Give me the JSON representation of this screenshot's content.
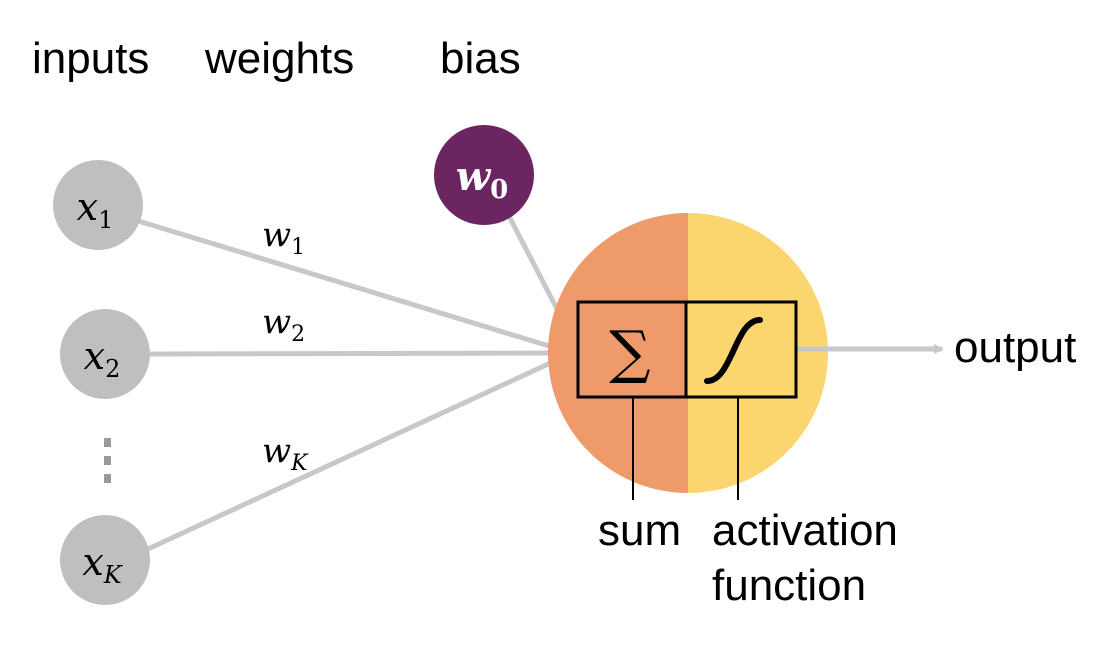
{
  "headers": {
    "inputs": "inputs",
    "weights": "weights",
    "bias": "bias"
  },
  "inputs": [
    {
      "var": "x",
      "sub": "1"
    },
    {
      "var": "x",
      "sub": "2"
    },
    {
      "var": "x",
      "sub": "K"
    }
  ],
  "ellipsis": "⋮",
  "weights": [
    {
      "var": "w",
      "sub": "1"
    },
    {
      "var": "w",
      "sub": "2"
    },
    {
      "var": "w",
      "sub": "K"
    }
  ],
  "bias_node": {
    "var": "w",
    "sub": "0"
  },
  "sum_symbol": "∑",
  "labels": {
    "output": "output",
    "sum": "sum",
    "activation_line1": "activation",
    "activation_line2": "function"
  },
  "colors": {
    "input_node": "#bfbfbf",
    "edge": "#c8c8c8",
    "bias_node": "#6b2560",
    "sum_half": "#ee9a6b",
    "activation_half": "#fbd56d",
    "box_stroke": "#000000",
    "text": "#000000"
  }
}
